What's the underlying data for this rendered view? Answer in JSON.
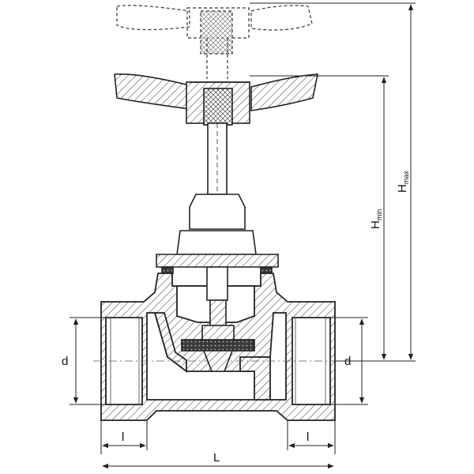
{
  "diagram": {
    "labels": {
      "d_left": "d",
      "d_right": "d",
      "l_left": "l",
      "l_right": "l",
      "L": "L",
      "h_min_main": "H",
      "h_min_sub": "min",
      "h_max_main": "H",
      "h_max_sub": "max"
    }
  }
}
